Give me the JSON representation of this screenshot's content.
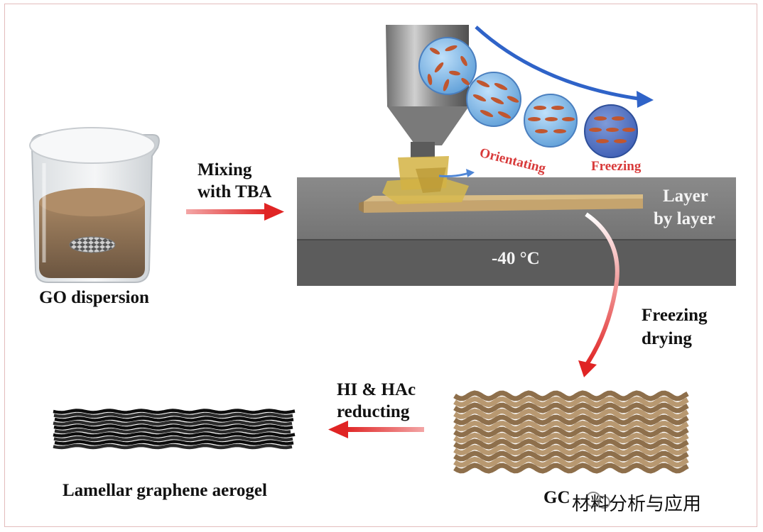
{
  "labels": {
    "go_dispersion": "GO dispersion",
    "mixing_line1": "Mixing",
    "mixing_line2": "with TBA",
    "orientating": "Orientating",
    "freezing_red": "Freezing",
    "layer_line1": "Layer",
    "layer_line2": "by layer",
    "temperature": "-40 °C",
    "freezing_drying_line1": "Freezing",
    "freezing_drying_line2": "drying",
    "reducing_line1": "HI & HAc",
    "reducing_line2": "reducting",
    "aerogel": "Lamellar graphene aerogel",
    "go_aerogel_partial": "GC",
    "watermark": "材料分析与应用"
  },
  "colors": {
    "arrow_red": "#e23a3a",
    "arrow_blue": "#2f63c8",
    "platform_top": "#7c7c7c",
    "platform_front": "#5f5f5f",
    "go_brown": "#a5845c",
    "bubble_blue": "#7fb6e6",
    "particle": "#c0562f"
  },
  "icons": [
    "beaker-icon",
    "nozzle-icon",
    "watermark-logo-icon"
  ]
}
